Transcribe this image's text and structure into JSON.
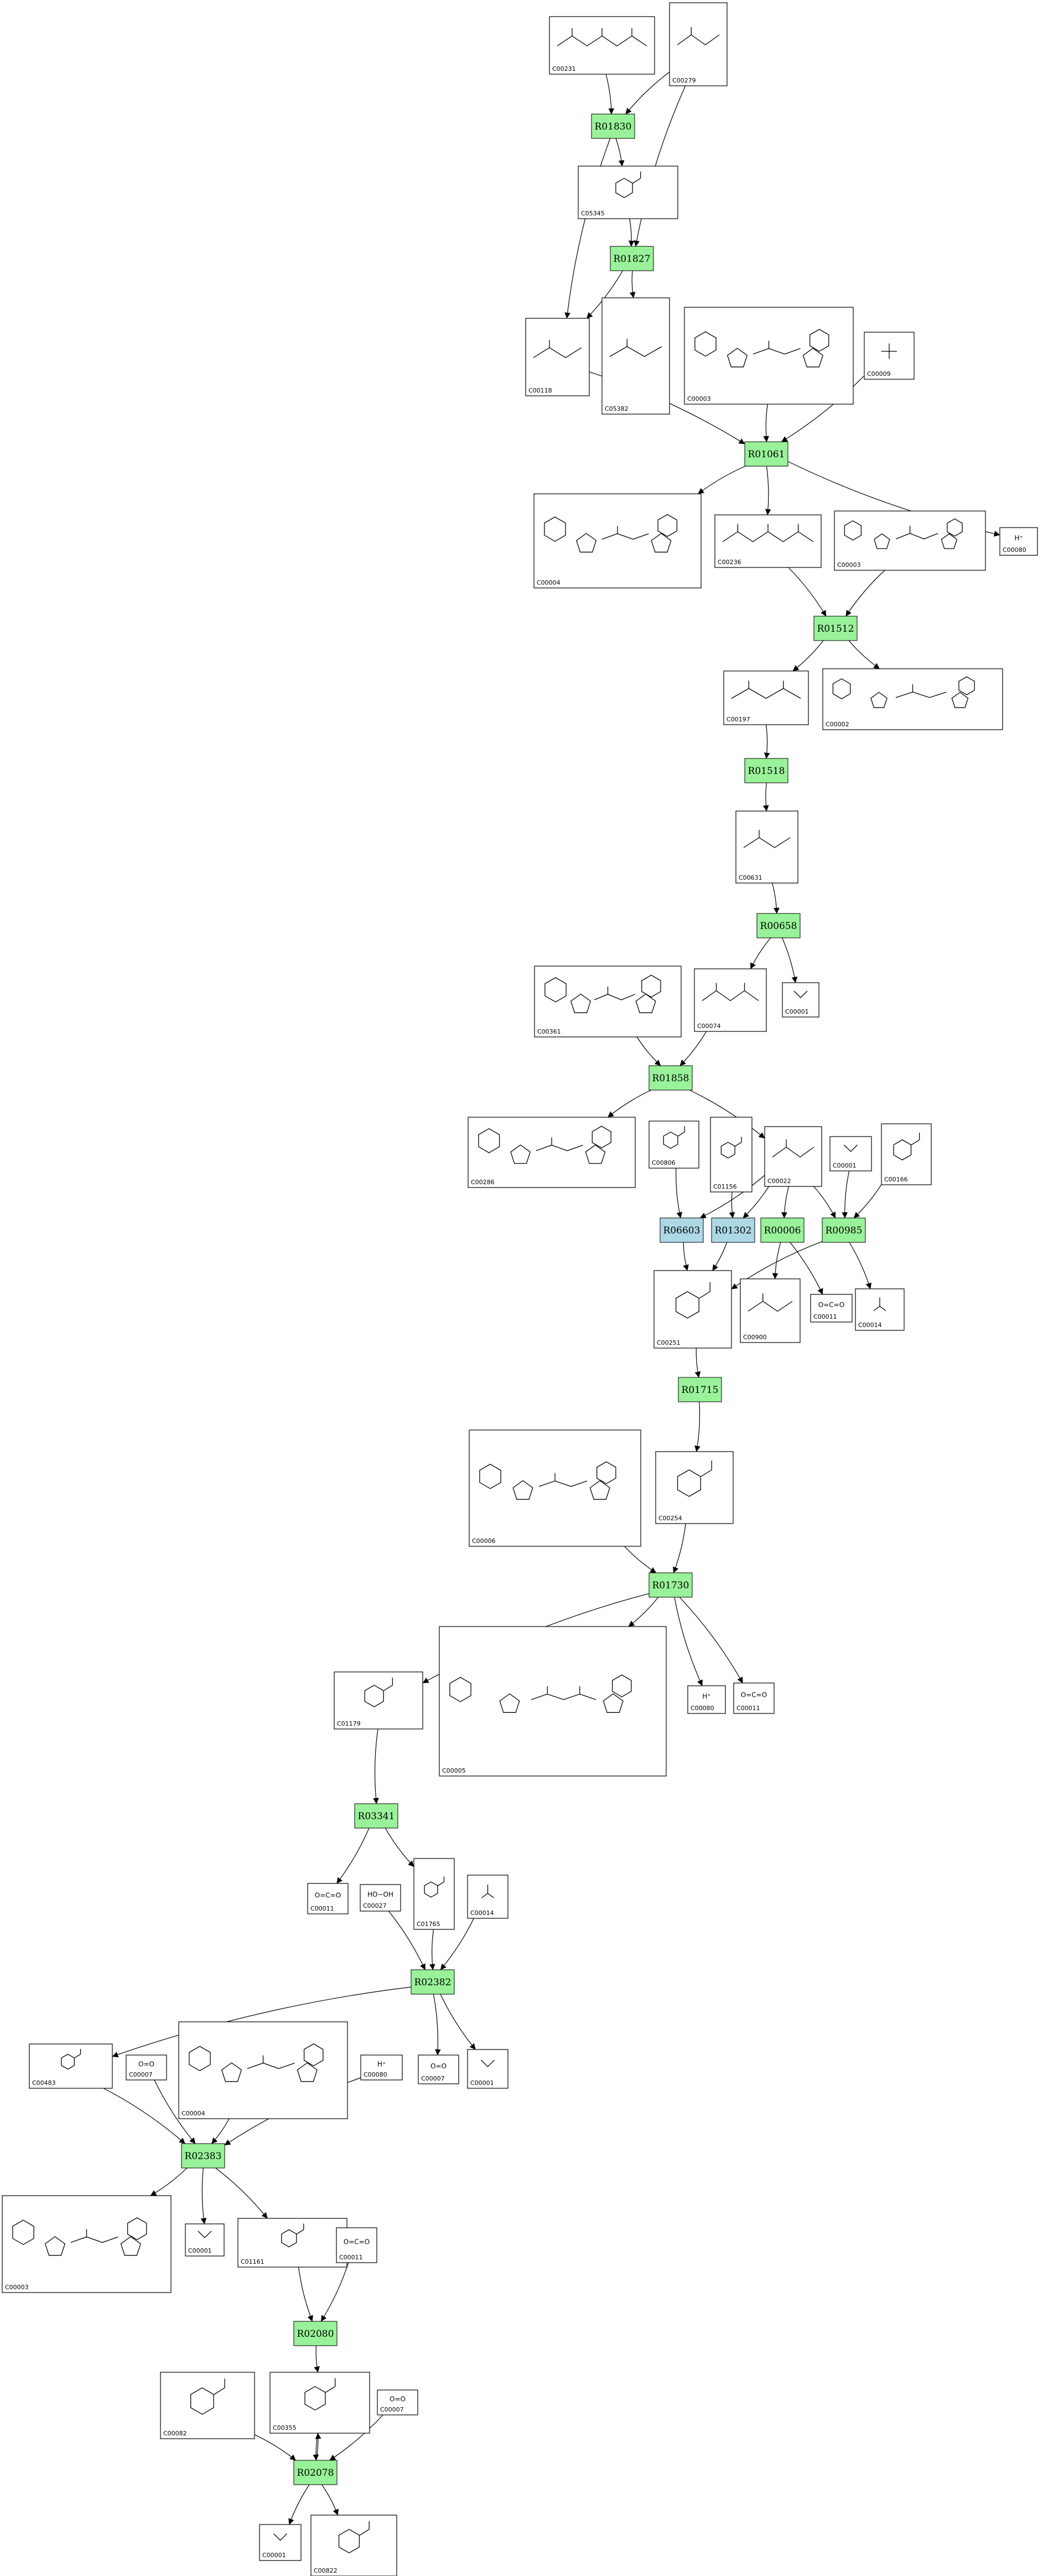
{
  "colors": {
    "reaction_fill": "#99f299",
    "reaction_alt_fill": "#add8e6",
    "border": "#000000",
    "edge": "#000000"
  },
  "reactions": [
    {
      "id": "R01830",
      "label": "R01830",
      "fill": "#99f299"
    },
    {
      "id": "R01827",
      "label": "R01827",
      "fill": "#99f299"
    },
    {
      "id": "R01061",
      "label": "R01061",
      "fill": "#99f299"
    },
    {
      "id": "R01512",
      "label": "R01512",
      "fill": "#99f299"
    },
    {
      "id": "R01518",
      "label": "R01518",
      "fill": "#99f299"
    },
    {
      "id": "R00658",
      "label": "R00658",
      "fill": "#99f299"
    },
    {
      "id": "R01858",
      "label": "R01858",
      "fill": "#99f299"
    },
    {
      "id": "R06603",
      "label": "R06603",
      "fill": "#add8e6"
    },
    {
      "id": "R01302",
      "label": "R01302",
      "fill": "#add8e6"
    },
    {
      "id": "R00006",
      "label": "R00006",
      "fill": "#99f299"
    },
    {
      "id": "R00985",
      "label": "R00985",
      "fill": "#99f299"
    },
    {
      "id": "R01715",
      "label": "R01715",
      "fill": "#99f299"
    },
    {
      "id": "R01730",
      "label": "R01730",
      "fill": "#99f299"
    },
    {
      "id": "R03341",
      "label": "R03341",
      "fill": "#99f299"
    },
    {
      "id": "R02382",
      "label": "R02382",
      "fill": "#99f299"
    },
    {
      "id": "R02383",
      "label": "R02383",
      "fill": "#99f299"
    },
    {
      "id": "R02080",
      "label": "R02080",
      "fill": "#99f299"
    },
    {
      "id": "R02078",
      "label": "R02078",
      "fill": "#99f299"
    }
  ],
  "compounds": [
    {
      "id": "c1",
      "label": "C00231",
      "motif": "chain"
    },
    {
      "id": "c2",
      "label": "C00279",
      "motif": "chain"
    },
    {
      "id": "c3",
      "label": "C05345",
      "motif": "ring"
    },
    {
      "id": "c4",
      "label": "C00118",
      "motif": "chain"
    },
    {
      "id": "c5",
      "label": "C05382",
      "motif": "chain"
    },
    {
      "id": "c6",
      "label": "C00003",
      "motif": "nucleotide"
    },
    {
      "id": "c7",
      "label": "C00009",
      "motif": "phosphate"
    },
    {
      "id": "c8",
      "label": "C00004",
      "motif": "nucleotide"
    },
    {
      "id": "c9",
      "label": "C00236",
      "motif": "chain"
    },
    {
      "id": "c10",
      "label": "C00003",
      "motif": "nucleotide"
    },
    {
      "id": "c11",
      "label": "C00080",
      "motif": "small",
      "text": "H⁺"
    },
    {
      "id": "c12",
      "label": "C00197",
      "motif": "chain"
    },
    {
      "id": "c13",
      "label": "C00002",
      "motif": "nucleotide"
    },
    {
      "id": "c14",
      "label": "C00631",
      "motif": "chain"
    },
    {
      "id": "c15",
      "label": "C00361",
      "motif": "nucleotide"
    },
    {
      "id": "c16",
      "label": "C00074",
      "motif": "chain"
    },
    {
      "id": "c17",
      "label": "C00001",
      "motif": "water"
    },
    {
      "id": "c18",
      "label": "C00286",
      "motif": "nucleotide"
    },
    {
      "id": "c19",
      "label": "C00806",
      "motif": "ring"
    },
    {
      "id": "c20",
      "label": "C01156",
      "motif": "ring"
    },
    {
      "id": "c21",
      "label": "C00022",
      "motif": "chain"
    },
    {
      "id": "c22",
      "label": "C00001",
      "motif": "water"
    },
    {
      "id": "c23",
      "label": "C00166",
      "motif": "ring"
    },
    {
      "id": "c24",
      "label": "C00251",
      "motif": "ring"
    },
    {
      "id": "c25",
      "label": "C00900",
      "motif": "chain"
    },
    {
      "id": "c26",
      "label": "C00011",
      "motif": "co2",
      "text": "O=C=O"
    },
    {
      "id": "c27",
      "label": "C00014",
      "motif": "nh3"
    },
    {
      "id": "c28",
      "label": "C00006",
      "motif": "nucleotide"
    },
    {
      "id": "c29",
      "label": "C00254",
      "motif": "ring"
    },
    {
      "id": "c30",
      "label": "C01179",
      "motif": "ring"
    },
    {
      "id": "c31",
      "label": "C00005",
      "motif": "nucleotide"
    },
    {
      "id": "c32",
      "label": "C00080",
      "motif": "small",
      "text": "H⁺"
    },
    {
      "id": "c33",
      "label": "C00011",
      "motif": "co2",
      "text": "O=C=O"
    },
    {
      "id": "c34",
      "label": "C00011",
      "motif": "co2",
      "text": "O=C=O"
    },
    {
      "id": "c35",
      "label": "C00027",
      "motif": "small",
      "text": "HO−OH"
    },
    {
      "id": "c36",
      "label": "C01765",
      "motif": "ring"
    },
    {
      "id": "c37",
      "label": "C00014",
      "motif": "nh3"
    },
    {
      "id": "c38",
      "label": "C00483",
      "motif": "ring"
    },
    {
      "id": "c39",
      "label": "C00007",
      "motif": "small",
      "text": "O=O"
    },
    {
      "id": "c40",
      "label": "C00004",
      "motif": "nucleotide"
    },
    {
      "id": "c41",
      "label": "C00080",
      "motif": "small",
      "text": "H⁺"
    },
    {
      "id": "c42",
      "label": "C00007",
      "motif": "small",
      "text": "O=O"
    },
    {
      "id": "c43",
      "label": "C00001",
      "motif": "water"
    },
    {
      "id": "c44",
      "label": "C00003",
      "motif": "nucleotide"
    },
    {
      "id": "c45",
      "label": "C00001",
      "motif": "water"
    },
    {
      "id": "c46",
      "label": "C01161",
      "motif": "ring"
    },
    {
      "id": "c47",
      "label": "C00011",
      "motif": "co2",
      "text": "O=C=O"
    },
    {
      "id": "c48",
      "label": "C00082",
      "motif": "ring"
    },
    {
      "id": "c49",
      "label": "C00355",
      "motif": "ring"
    },
    {
      "id": "c50",
      "label": "C00007",
      "motif": "small",
      "text": "O=O"
    },
    {
      "id": "c51",
      "label": "C00001",
      "motif": "water"
    },
    {
      "id": "c52",
      "label": "C00822",
      "motif": "ring"
    }
  ],
  "edges": [
    [
      "c1",
      "R01830"
    ],
    [
      "c2",
      "R01830"
    ],
    [
      "R01830",
      "c3"
    ],
    [
      "R01830",
      "c4"
    ],
    [
      "c3",
      "R01827"
    ],
    [
      "c2",
      "R01827"
    ],
    [
      "R01827",
      "c4"
    ],
    [
      "R01827",
      "c5"
    ],
    [
      "c4",
      "R01061"
    ],
    [
      "c6",
      "R01061"
    ],
    [
      "c7",
      "R01061"
    ],
    [
      "R01061",
      "c8"
    ],
    [
      "R01061",
      "c9"
    ],
    [
      "R01061",
      "c11"
    ],
    [
      "c9",
      "R01512"
    ],
    [
      "c10",
      "R01512"
    ],
    [
      "R01512",
      "c12"
    ],
    [
      "R01512",
      "c13"
    ],
    [
      "c12",
      "R01518"
    ],
    [
      "R01518",
      "c14"
    ],
    [
      "c14",
      "R00658"
    ],
    [
      "R00658",
      "c16"
    ],
    [
      "R00658",
      "c17"
    ],
    [
      "c15",
      "R01858"
    ],
    [
      "c16",
      "R01858"
    ],
    [
      "R01858",
      "c18"
    ],
    [
      "R01858",
      "c21"
    ],
    [
      "c19",
      "R06603"
    ],
    [
      "c21",
      "R06603"
    ],
    [
      "c20",
      "R01302"
    ],
    [
      "c21",
      "R01302"
    ],
    [
      "c21",
      "R00006"
    ],
    [
      "c21",
      "R00985"
    ],
    [
      "c22",
      "R00985"
    ],
    [
      "c23",
      "R00985"
    ],
    [
      "R06603",
      "c24"
    ],
    [
      "R01302",
      "c24"
    ],
    [
      "R00006",
      "c25"
    ],
    [
      "R00006",
      "c26"
    ],
    [
      "R00985",
      "c24"
    ],
    [
      "R00985",
      "c27"
    ],
    [
      "c24",
      "R01715"
    ],
    [
      "R01715",
      "c29"
    ],
    [
      "c28",
      "R01730"
    ],
    [
      "c29",
      "R01730"
    ],
    [
      "R01730",
      "c30"
    ],
    [
      "R01730",
      "c31"
    ],
    [
      "R01730",
      "c32"
    ],
    [
      "R01730",
      "c33"
    ],
    [
      "c30",
      "R03341"
    ],
    [
      "R03341",
      "c34"
    ],
    [
      "R03341",
      "c36"
    ],
    [
      "c35",
      "R02382"
    ],
    [
      "c36",
      "R02382"
    ],
    [
      "c37",
      "R02382"
    ],
    [
      "R02382",
      "c38"
    ],
    [
      "R02382",
      "c42"
    ],
    [
      "R02382",
      "c43"
    ],
    [
      "c38",
      "R02383"
    ],
    [
      "c39",
      "R02383"
    ],
    [
      "c40",
      "R02383"
    ],
    [
      "c41",
      "R02383"
    ],
    [
      "R02383",
      "c44"
    ],
    [
      "R02383",
      "c45"
    ],
    [
      "R02383",
      "c46"
    ],
    [
      "c46",
      "R02080"
    ],
    [
      "c47",
      "R02080"
    ],
    [
      "R02080",
      "c49"
    ],
    [
      "c48",
      "R02078"
    ],
    [
      "c49",
      "R02078"
    ],
    [
      "c50",
      "R02078"
    ],
    [
      "R02078",
      "c51"
    ],
    [
      "R02078",
      "c52"
    ],
    [
      "R02078",
      "c49"
    ]
  ]
}
